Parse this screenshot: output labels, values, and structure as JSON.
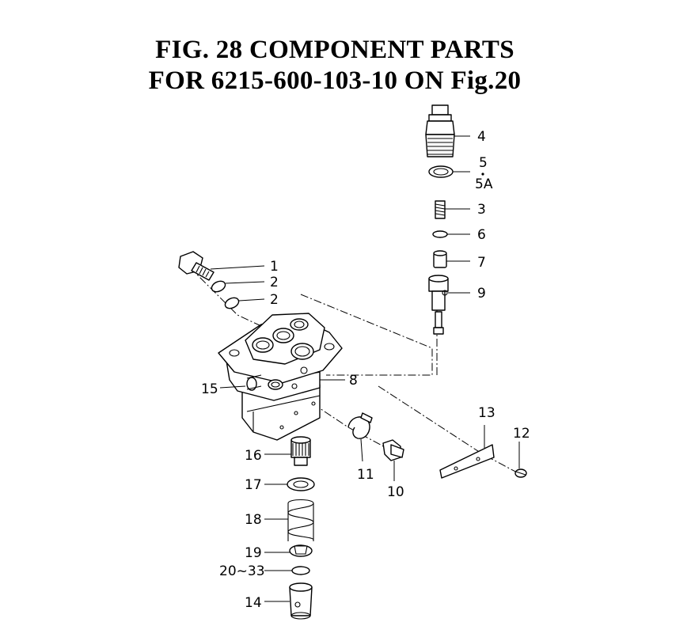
{
  "figure": {
    "title_line1": "FIG. 28  COMPONENT PARTS",
    "title_line2": "FOR 6215-600-103-10 ON Fig.20"
  },
  "callouts": {
    "c1": "1",
    "c2a": "2",
    "c2b": "2",
    "c3": "3",
    "c4": "4",
    "c5": "5",
    "c5a": "5A",
    "c6": "6",
    "c7": "7",
    "c8": "8",
    "c9": "9",
    "c10": "10",
    "c11": "11",
    "c12": "12",
    "c13": "13",
    "c14": "14",
    "c15": "15",
    "c16": "16",
    "c17": "17",
    "c18": "18",
    "c19": "19",
    "c20_33": "20~33"
  }
}
